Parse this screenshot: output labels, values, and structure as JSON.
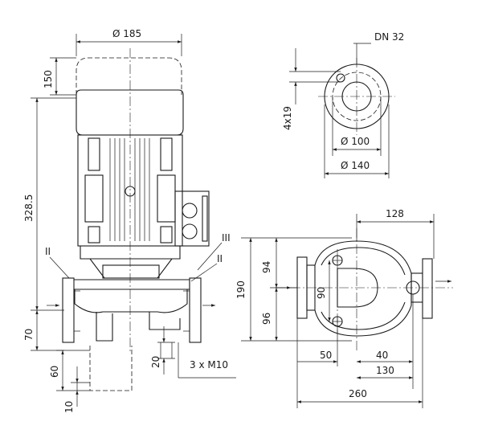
{
  "side_view": {
    "diameter_motor": "Ø 185",
    "height_motor_top": "150",
    "height_total": "328.5",
    "height_flange": "70",
    "height_base": "60",
    "base_thickness": "10",
    "foot_height": "20",
    "bolts": "3 x M10",
    "mark_left": "II",
    "mark_right_upper": "III",
    "mark_right_lower": "II"
  },
  "flange_view": {
    "nominal_size": "DN 32",
    "holes": "4x19",
    "bolt_circle": "Ø 100",
    "flange_diameter": "Ø 140"
  },
  "top_view": {
    "width_128": "128",
    "height_190": "190",
    "height_94": "94",
    "height_96": "96",
    "inner_90": "90",
    "dim_50": "50",
    "dim_40": "40",
    "dim_130": "130",
    "dim_260": "260"
  }
}
